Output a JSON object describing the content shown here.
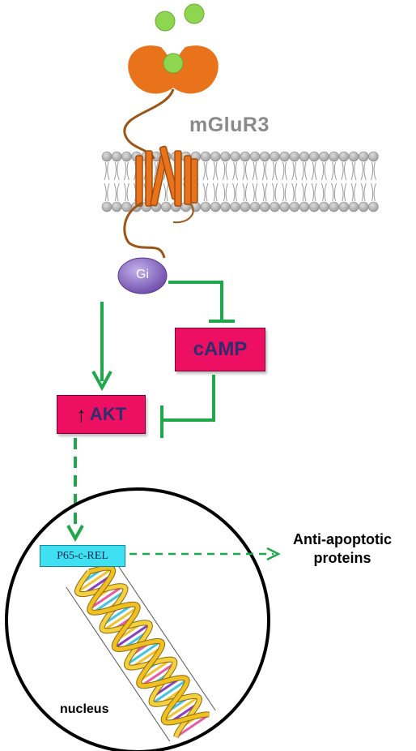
{
  "receptor": {
    "label": "mGluR3"
  },
  "g_protein": {
    "label": "Gi"
  },
  "camp": {
    "label": "cAMP"
  },
  "akt": {
    "label": "AKT",
    "arrow": "↑"
  },
  "transcription_factor": {
    "label": "P65-c-REL"
  },
  "target": {
    "label": "Anti-apoptotic proteins"
  },
  "nucleus": {
    "label": "nucleus"
  },
  "colors": {
    "receptor": "#e8731a",
    "ligand": "#8fd650",
    "gi": "#8a6fc0",
    "box": "#ec0f62",
    "tf_box": "#3fe0f2",
    "arrow": "#1fa84a",
    "membrane": "#a8a8a8"
  }
}
